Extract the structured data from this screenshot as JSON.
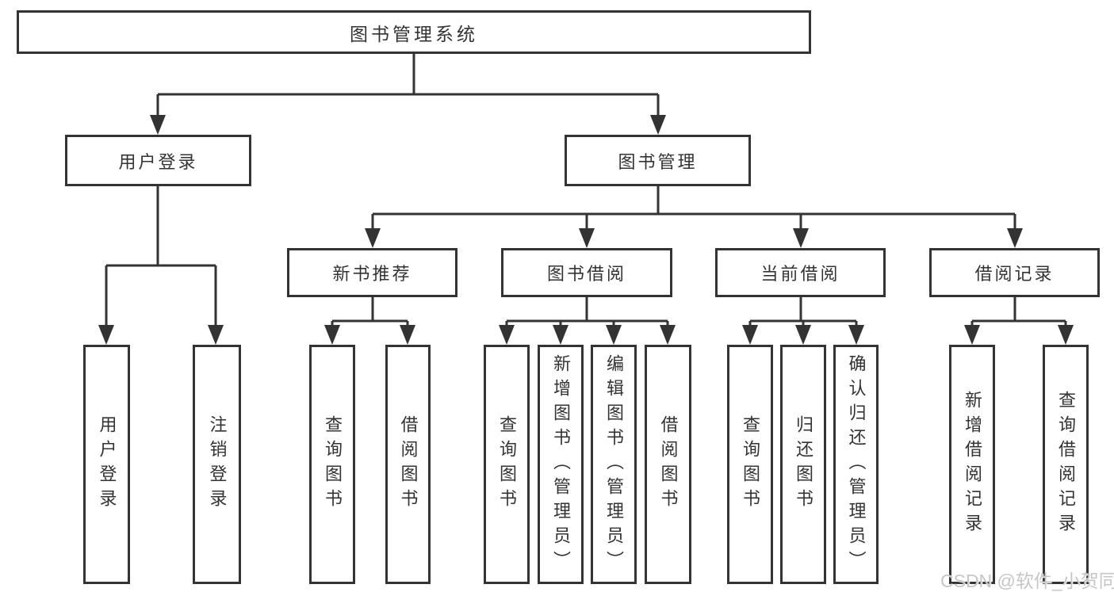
{
  "tree": {
    "root": {
      "label": "图书管理系统",
      "children": [
        {
          "label": "用户登录",
          "children": [
            {
              "label": "用户登录"
            },
            {
              "label": "注销登录"
            }
          ]
        },
        {
          "label": "图书管理",
          "children": [
            {
              "label": "新书推荐",
              "children": [
                {
                  "label": "查询图书"
                },
                {
                  "label": "借阅图书"
                }
              ]
            },
            {
              "label": "图书借阅",
              "children": [
                {
                  "label": "查询图书"
                },
                {
                  "label": "新增图书（管理员）"
                },
                {
                  "label": "编辑图书（管理员）"
                },
                {
                  "label": "借阅图书"
                }
              ]
            },
            {
              "label": "当前借阅",
              "children": [
                {
                  "label": "查询图书"
                },
                {
                  "label": "归还图书"
                },
                {
                  "label": "确认归还（管理员）"
                }
              ]
            },
            {
              "label": "借阅记录",
              "children": [
                {
                  "label": "新增借阅记录"
                },
                {
                  "label": "查询借阅记录"
                }
              ]
            }
          ]
        }
      ]
    }
  },
  "watermark": {
    "text": "CSDN @软件_小贺同学"
  },
  "colors": {
    "line": "#333333",
    "text": "#333333",
    "watermark": "#c6c6c6",
    "background": "#ffffff"
  }
}
